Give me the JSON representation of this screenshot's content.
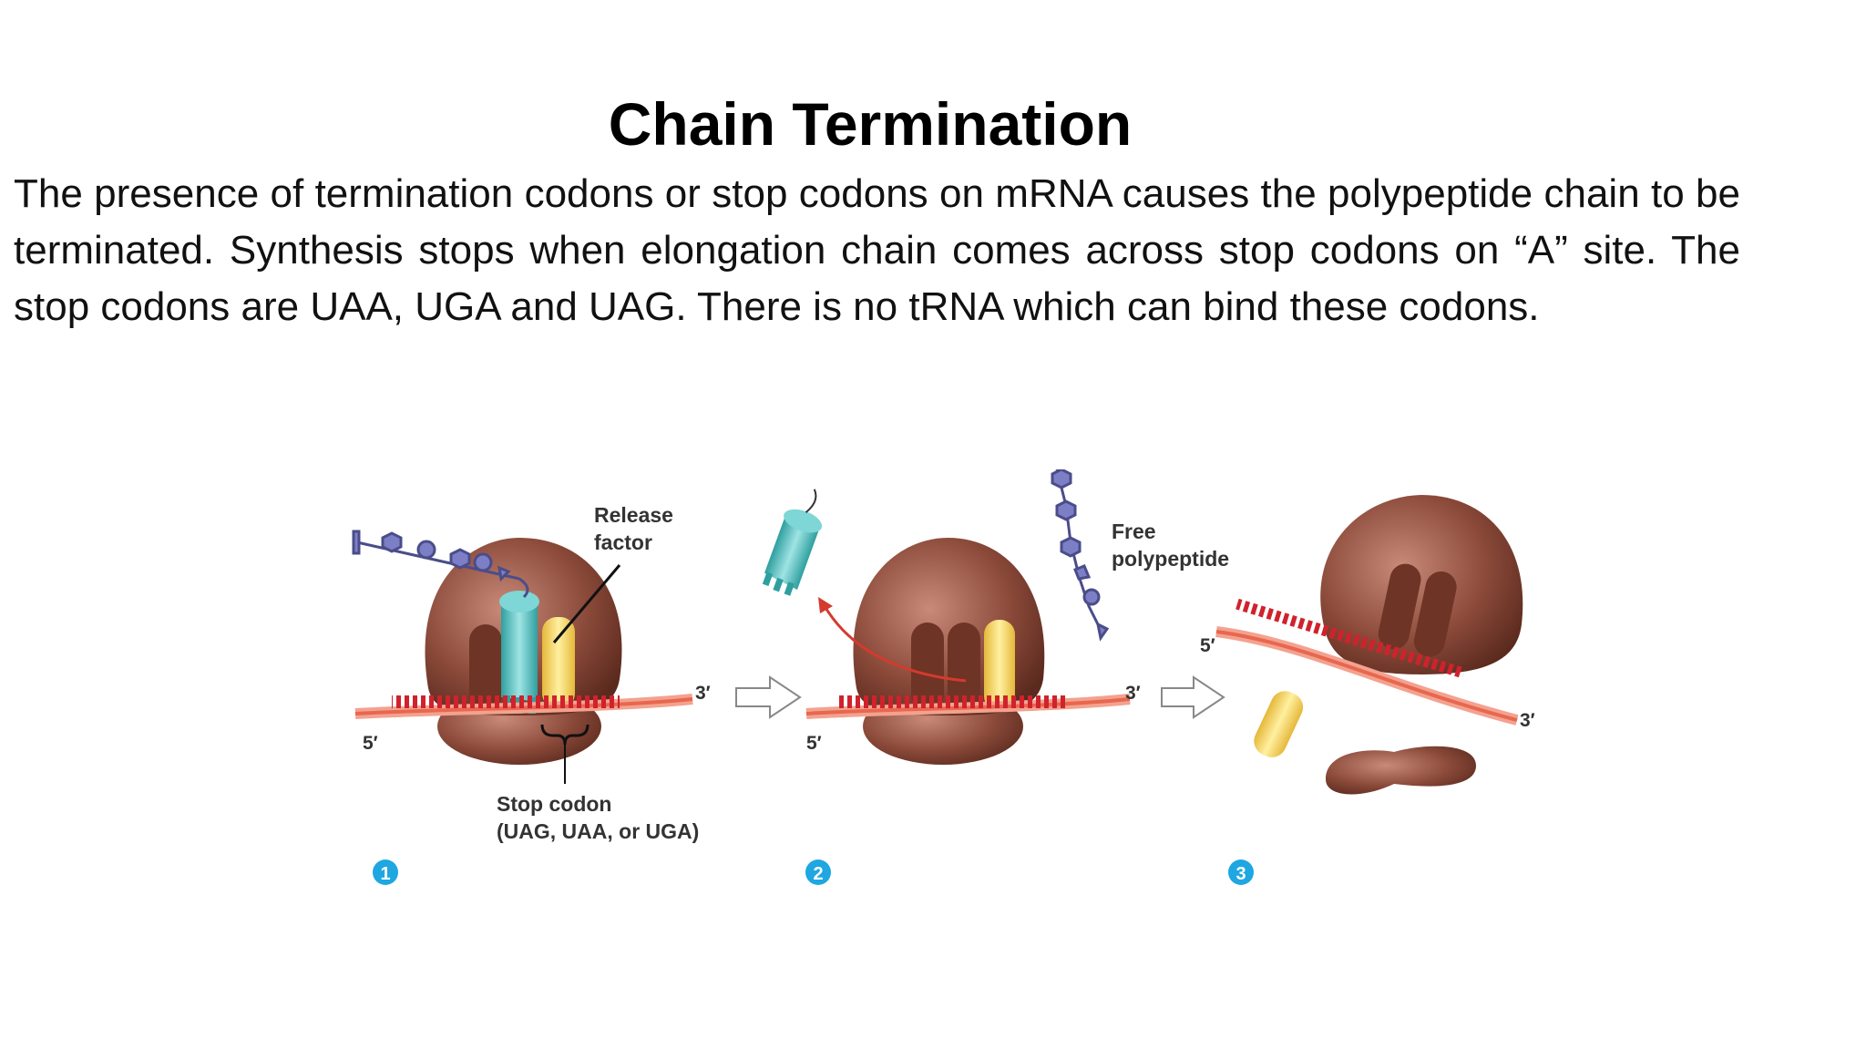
{
  "title": "Chain Termination",
  "paragraph": "The presence of termination codons or stop codons on mRNA causes the polypeptide chain to be terminated. Synthesis stops when elongation chain comes across stop codons on “A” site. The stop codons are UAA, UGA and UAG. There is no tRNA which can bind these codons.",
  "diagram": {
    "labels": {
      "release_factor_1": "Release",
      "release_factor_2": "factor",
      "stop_codon_1": "Stop codon",
      "stop_codon_2": "(UAG, UAA, or UGA)",
      "free_polypeptide_1": "Free",
      "free_polypeptide_2": "polypeptide",
      "five_prime": "5′",
      "three_prime": "3′"
    },
    "steps": [
      "1",
      "2",
      "3"
    ]
  },
  "colors": {
    "ribosome": "#8b4a3a",
    "trna": "#5fc4c4",
    "release_factor": "#f2d15a",
    "mrna": "#e8674f",
    "step_badge": "#1ea7e1",
    "polypeptide": "#7d7fc6"
  }
}
